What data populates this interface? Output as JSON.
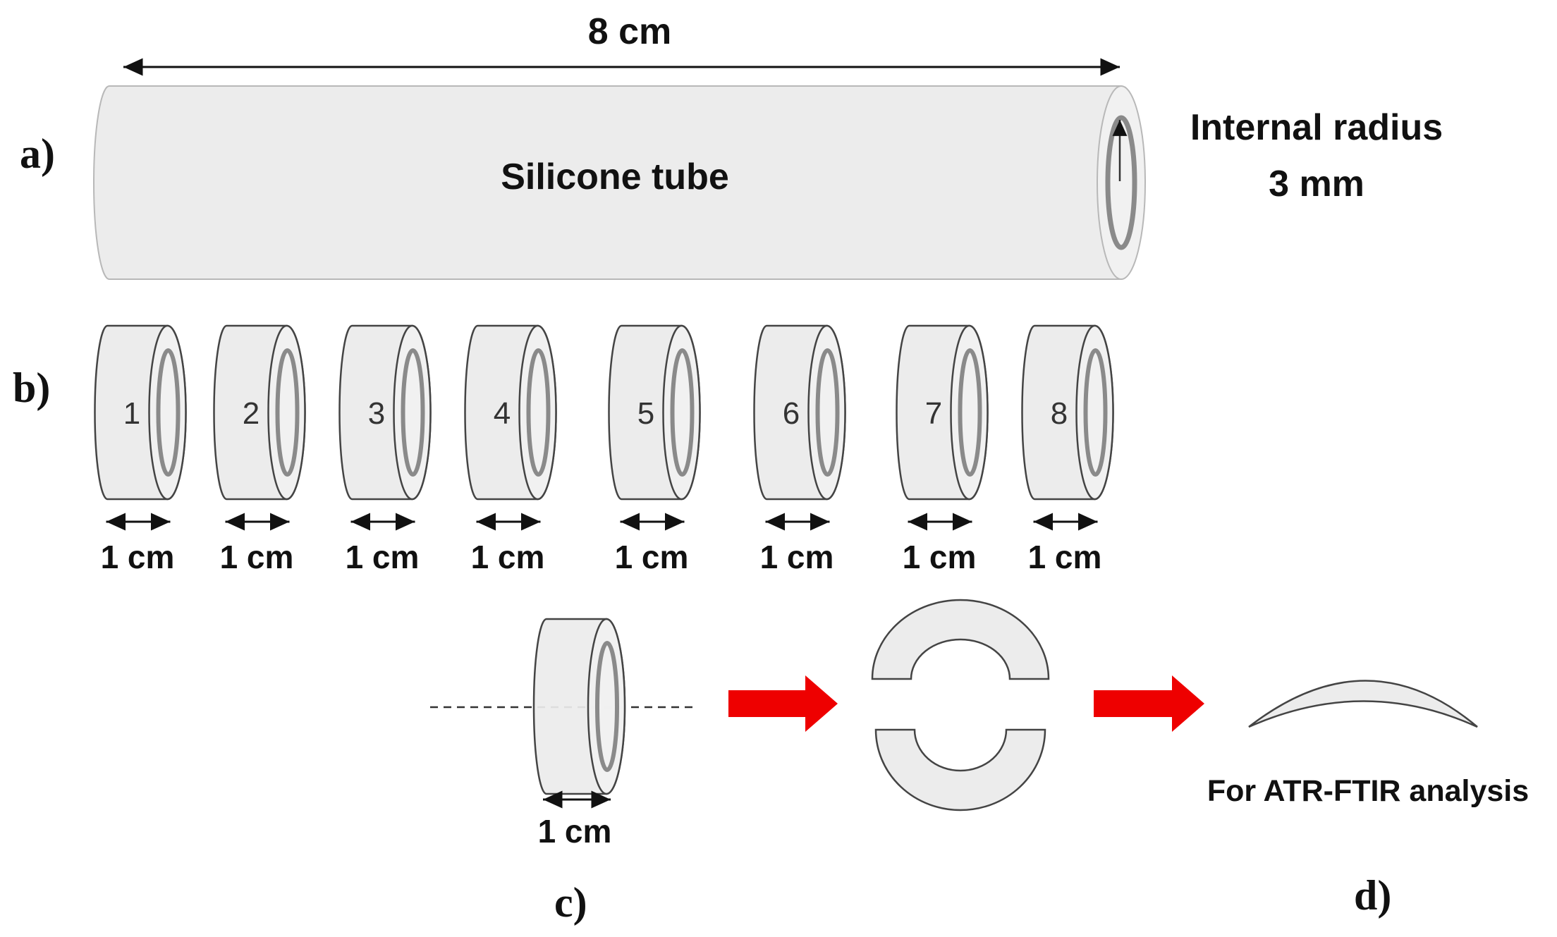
{
  "panels": {
    "a": "a)",
    "b": "b)",
    "c": "c)",
    "d": "d)"
  },
  "tube": {
    "length_label": "8 cm",
    "name": "Silicone tube",
    "radius_label_line1": "Internal radius",
    "radius_label_line2": "3 mm"
  },
  "segments": [
    {
      "number": "1",
      "width_label": "1 cm"
    },
    {
      "number": "2",
      "width_label": "1 cm"
    },
    {
      "number": "3",
      "width_label": "1 cm"
    },
    {
      "number": "4",
      "width_label": "1 cm"
    },
    {
      "number": "5",
      "width_label": "1 cm"
    },
    {
      "number": "6",
      "width_label": "1 cm"
    },
    {
      "number": "7",
      "width_label": "1 cm"
    },
    {
      "number": "8",
      "width_label": "1 cm"
    }
  ],
  "cut_step": {
    "width_label": "1 cm"
  },
  "result": {
    "label": "For ATR-FTIR analysis"
  },
  "colors": {
    "arrow": "#ee0000",
    "tube_fill": "#ececec",
    "ring": "#8a8a8a"
  }
}
